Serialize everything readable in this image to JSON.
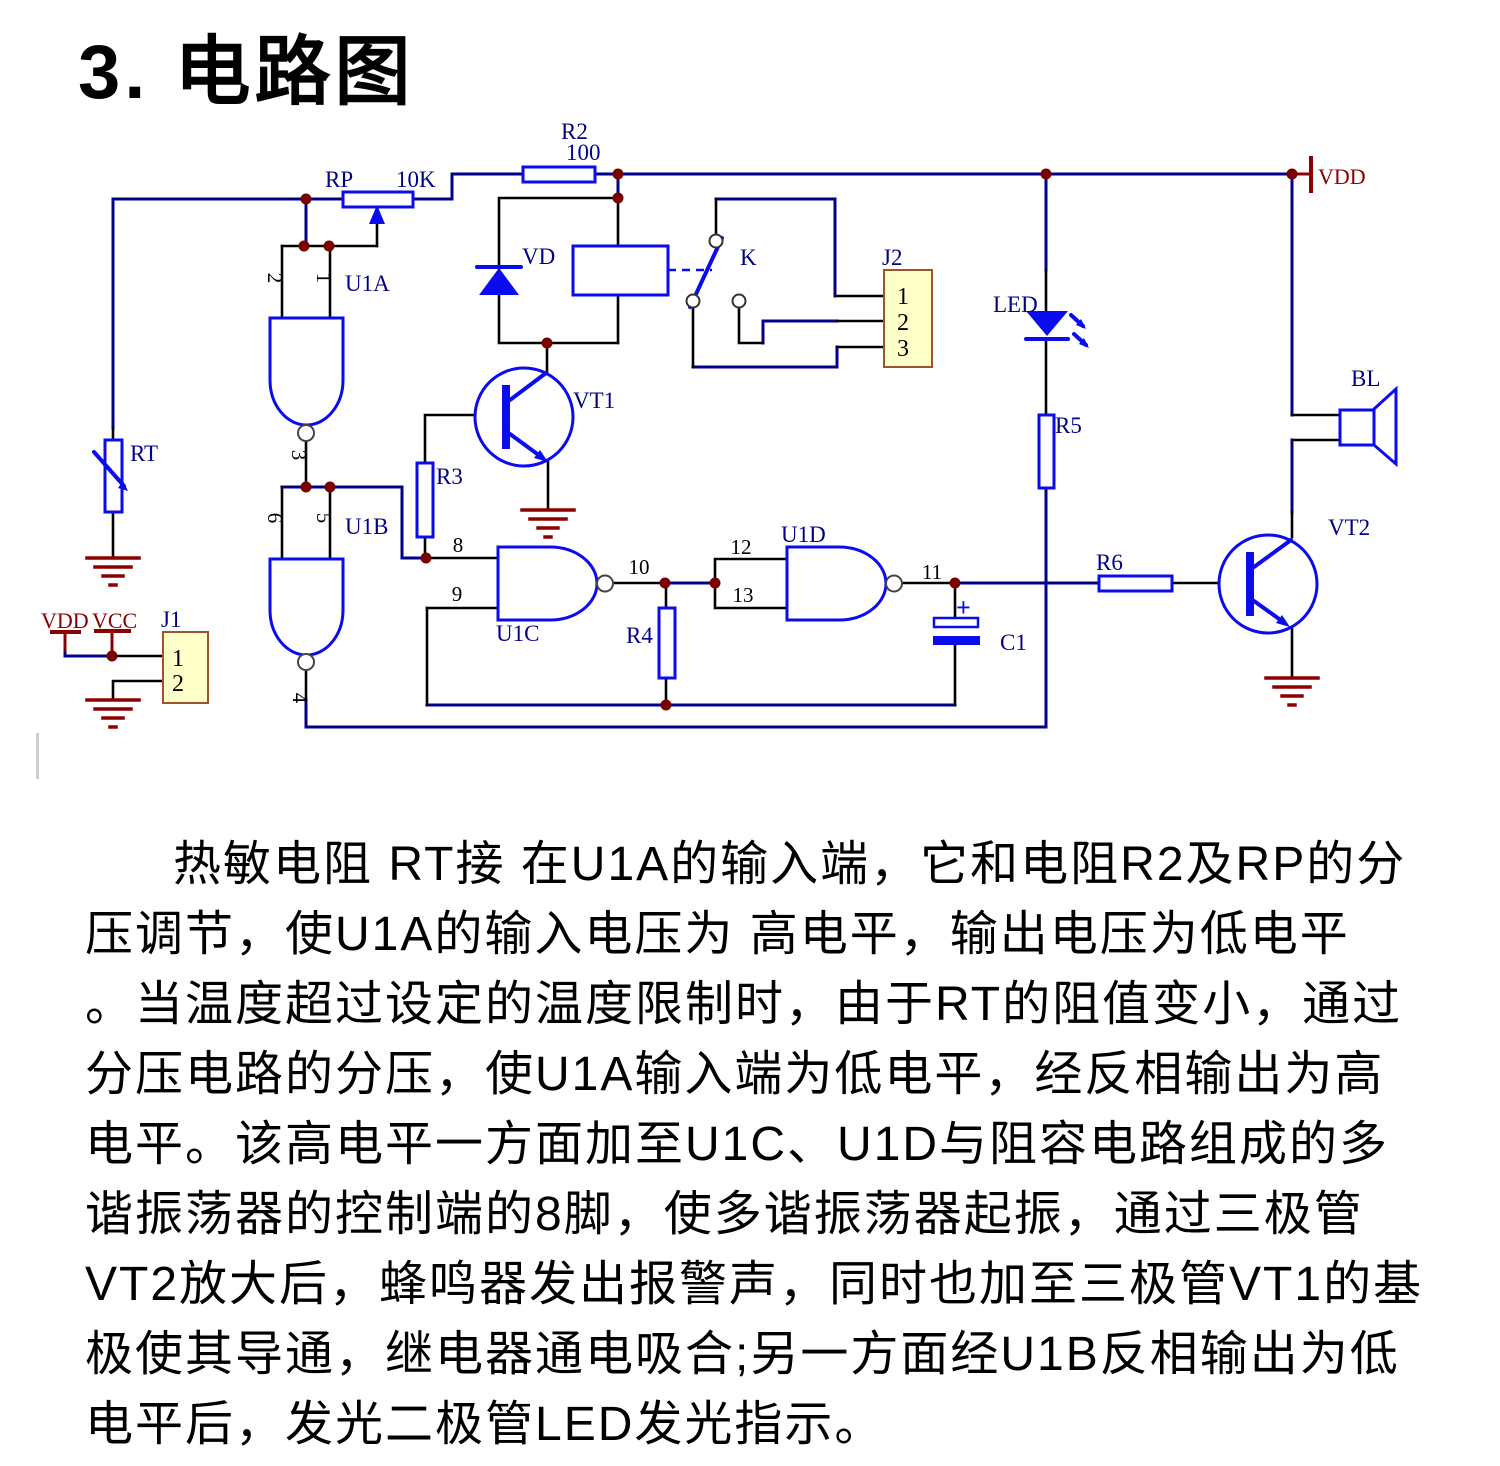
{
  "title": "3. 电路图",
  "colors": {
    "wire": "#00008B",
    "component": "#0B0BEF",
    "junction": "#7A0000",
    "power_ground": "#8B0000",
    "connector_fill": "#FFFFC8",
    "connector_border": "#A0522D"
  },
  "schematic": {
    "labels": {
      "rp": "RP",
      "rp_value": "10K",
      "r2": "R2",
      "r2_value": "100",
      "r3": "R3",
      "r4": "R4",
      "r5": "R5",
      "r6": "R6",
      "rt": "RT",
      "vd": "VD",
      "c1": "C1",
      "c1_plus": "+",
      "k": "K",
      "j1": "J1",
      "j2": "J2",
      "led": "LED",
      "bl": "BL",
      "vt1": "VT1",
      "vt2": "VT2",
      "u1a": "U1A",
      "u1b": "U1B",
      "u1c": "U1C",
      "u1d": "U1D",
      "vdd_main": "VDD",
      "vdd_aux": "VDD",
      "vcc": "VCC"
    },
    "pins": {
      "u1a_in_a": "2",
      "u1a_in_b": "1",
      "u1a_out": "3",
      "u1b_in_a": "6",
      "u1b_in_b": "5",
      "u1b_out": "4",
      "u1c_in_a": "8",
      "u1c_in_b": "9",
      "u1c_out": "10",
      "u1d_in_a": "12",
      "u1d_in_b": "13",
      "u1d_out": "11",
      "j1_1": "1",
      "j1_2": "2",
      "j2_1": "1",
      "j2_2": "2",
      "j2_3": "3"
    }
  },
  "description": {
    "lines": [
      "热敏电阻 RT接 在U1A的输入端，它和电阻R2及RP的分",
      "压调节，使U1A的输入电压为 高电平，输出电压为低电平",
      "。当温度超过设定的温度限制时，由于RT的阻值变小，通过",
      "分压电路的分压，使U1A输入端为低电平，经反相输出为高",
      "电平。该高电平一方面加至U1C、U1D与阻容电路组成的多",
      "谐振荡器的控制端的8脚，使多谐振荡器起振，通过三极管",
      "VT2放大后，蜂鸣器发出报警声，同时也加至三极管VT1的基",
      "极使其导通，继电器通电吸合;另一方面经U1B反相输出为低",
      "电平后，发光二极管LED发光指示。"
    ]
  }
}
